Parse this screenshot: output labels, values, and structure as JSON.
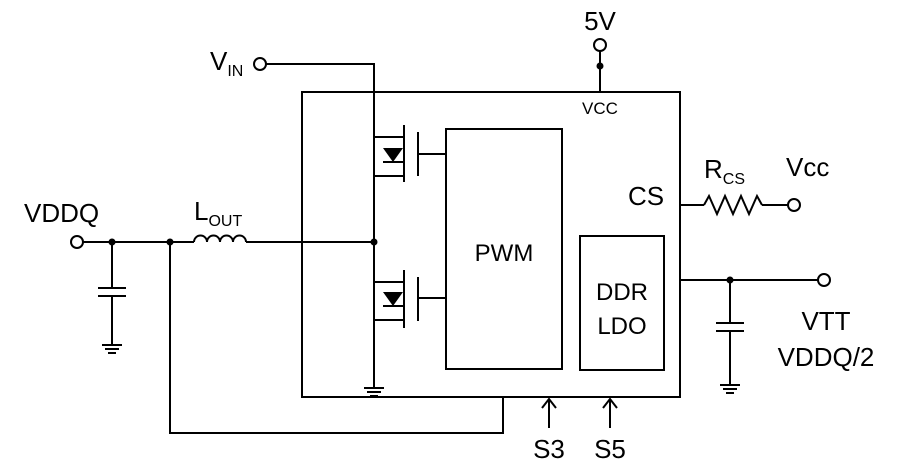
{
  "diagram": {
    "labels": {
      "vin_main": "V",
      "vin_sub": "IN",
      "five_v": "5V",
      "vcc_pin": "VCC",
      "vddq": "VDDQ",
      "lout_main": "L",
      "lout_sub": "OUT",
      "pwm": "PWM",
      "ddr": "DDR",
      "ldo": "LDO",
      "cs": "CS",
      "rcs_main": "R",
      "rcs_sub": "CS",
      "vcc_right": "Vcc",
      "vtt": "VTT",
      "vddq_half": "VDDQ/2",
      "s3": "S3",
      "s5": "S5"
    }
  }
}
